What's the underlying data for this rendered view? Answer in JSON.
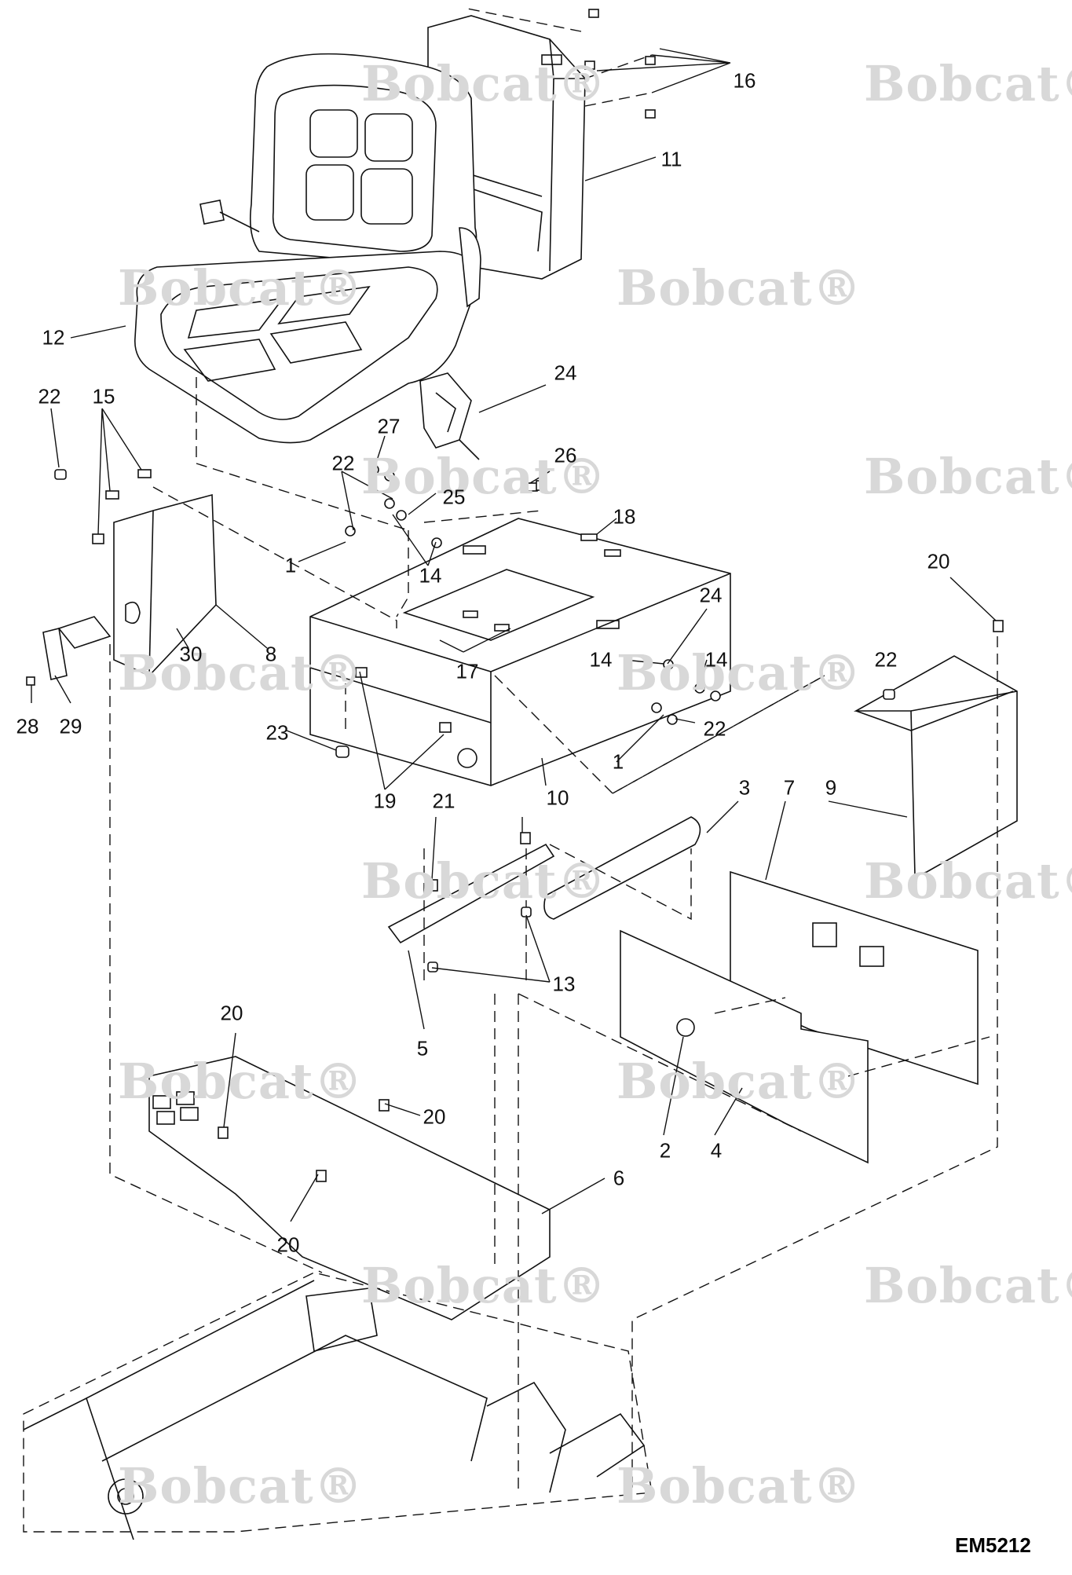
{
  "figure_code": "EM5212",
  "watermark": {
    "text": "Bobcat",
    "mark": "®"
  },
  "callouts": [
    {
      "id": "c16",
      "label": "16"
    },
    {
      "id": "c11",
      "label": "11"
    },
    {
      "id": "c12",
      "label": "12"
    },
    {
      "id": "c24a",
      "label": "24"
    },
    {
      "id": "c22a",
      "label": "22"
    },
    {
      "id": "c15",
      "label": "15"
    },
    {
      "id": "c27",
      "label": "27"
    },
    {
      "id": "c22b",
      "label": "22"
    },
    {
      "id": "c26",
      "label": "26"
    },
    {
      "id": "c25",
      "label": "25"
    },
    {
      "id": "c18",
      "label": "18"
    },
    {
      "id": "c1a",
      "label": "1"
    },
    {
      "id": "c14a",
      "label": "14"
    },
    {
      "id": "c20a",
      "label": "20"
    },
    {
      "id": "c24b",
      "label": "24"
    },
    {
      "id": "c30",
      "label": "30"
    },
    {
      "id": "c8",
      "label": "8"
    },
    {
      "id": "c17",
      "label": "17"
    },
    {
      "id": "c14b",
      "label": "14"
    },
    {
      "id": "c14c",
      "label": "14"
    },
    {
      "id": "c22c",
      "label": "22"
    },
    {
      "id": "c28",
      "label": "28"
    },
    {
      "id": "c29",
      "label": "29"
    },
    {
      "id": "c23",
      "label": "23"
    },
    {
      "id": "c22d",
      "label": "22"
    },
    {
      "id": "c1b",
      "label": "1"
    },
    {
      "id": "c19",
      "label": "19"
    },
    {
      "id": "c10",
      "label": "10"
    },
    {
      "id": "c21",
      "label": "21"
    },
    {
      "id": "c3",
      "label": "3"
    },
    {
      "id": "c7",
      "label": "7"
    },
    {
      "id": "c9",
      "label": "9"
    },
    {
      "id": "c13",
      "label": "13"
    },
    {
      "id": "c5",
      "label": "5"
    },
    {
      "id": "c20b",
      "label": "20"
    },
    {
      "id": "c20c",
      "label": "20"
    },
    {
      "id": "c2",
      "label": "2"
    },
    {
      "id": "c4",
      "label": "4"
    },
    {
      "id": "c6",
      "label": "6"
    },
    {
      "id": "c20d",
      "label": "20"
    }
  ]
}
